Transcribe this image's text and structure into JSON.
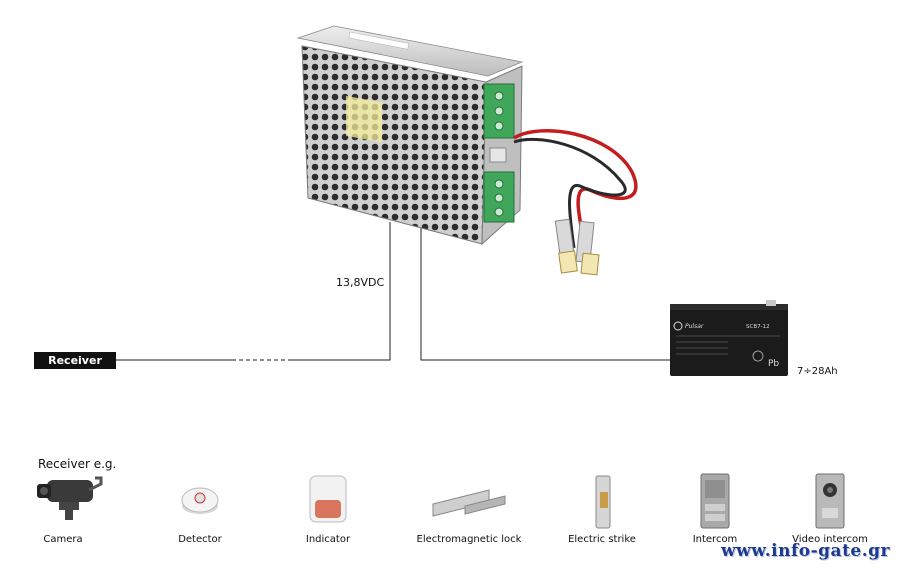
{
  "diagram": {
    "receiver_label": "Receiver",
    "voltage_label": "13,8VDC",
    "battery": {
      "capacity_label": "7÷28Ah",
      "brand_label": "Pulsar",
      "model_label": "SCB7-12",
      "chem_label": "Pb"
    },
    "examples_title": "Receiver e.g.",
    "devices": [
      {
        "label": "Camera"
      },
      {
        "label": "Detector"
      },
      {
        "label": "Indicator"
      },
      {
        "label": "Electromagnetic lock"
      },
      {
        "label": "Electric strike"
      },
      {
        "label": "Intercom"
      },
      {
        "label": "Video intercom"
      }
    ]
  },
  "watermark": "www.info-gate.gr",
  "colors": {
    "psu_metal": "#c9c9c9",
    "terminal_green": "#3fa65a",
    "wire_red": "#c41d1d",
    "battery_black": "#1b1b1b",
    "watermark_blue": "#1e3a8c"
  }
}
